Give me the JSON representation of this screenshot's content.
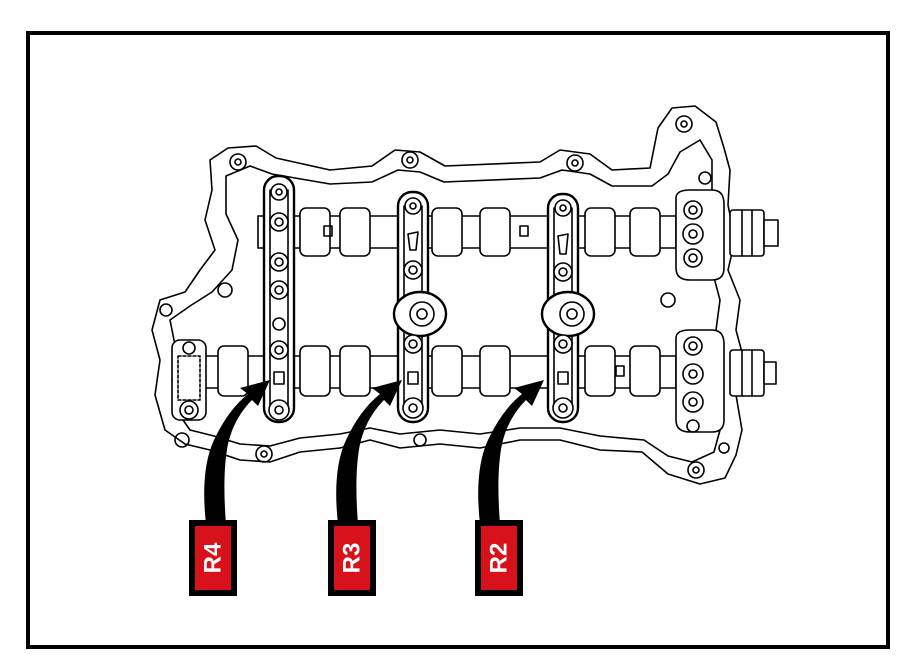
{
  "figure": {
    "labels": [
      {
        "id": "r4",
        "text": "R4"
      },
      {
        "id": "r3",
        "text": "R3"
      },
      {
        "id": "r2",
        "text": "R2"
      }
    ]
  },
  "colors": {
    "border": "#000000",
    "line": "#000000",
    "label_fill": "#d8121b",
    "label_text": "#ffffff",
    "label_frame": "#000000",
    "background": "#ffffff"
  }
}
